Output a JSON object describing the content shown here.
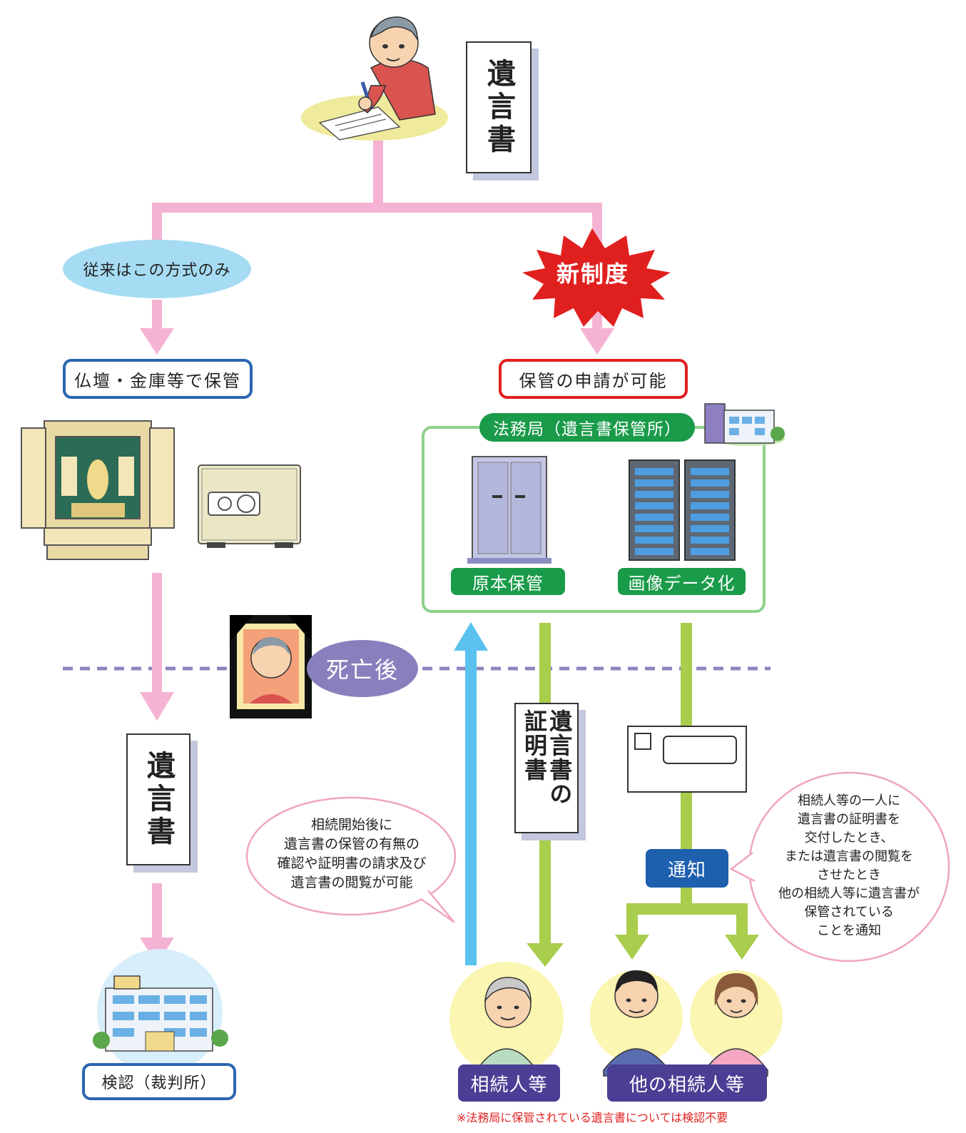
{
  "will_document": {
    "text": "遺言書"
  },
  "branches": {
    "traditional_badge": "従来はこの方式のみ",
    "new_system_badge": "新制度"
  },
  "traditional": {
    "storage_label": "仏壇・金庫等で保管",
    "will_text": "遺言書",
    "court_label": "検認（裁判所）"
  },
  "new_system": {
    "application_label": "保管の申請が可能",
    "bureau_label": "法務局（遺言書保管所）",
    "original_storage_label": "原本保管",
    "image_data_label": "画像データ化",
    "certificate_text": "遺言書の証明書",
    "notice_label": "通知"
  },
  "death": {
    "label": "死亡後"
  },
  "bubbles": {
    "left": "相続開始後に\n遺言書の保管の有無の\n確認や証明書の請求及び\n遺言書の閲覧が可能",
    "right": "相続人等の一人に\n遺言書の証明書を\n交付したとき、\nまたは遺言書の閲覧を\nさせたとき\n他の相続人等に遺言書が\n保管されている\nことを通知"
  },
  "heirs": {
    "heir_label": "相続人等",
    "other_heirs_label": "他の相続人等"
  },
  "footnote": "※法務局に保管されている遺言書については検認不要",
  "colors": {
    "pink_flow": "#f4b3d2",
    "green_flow": "#a9cd4c",
    "blue_flow": "#5bc2ef",
    "green_box": "#1a9b4a",
    "purple": "#8a7fbd",
    "navy_label": "#4a3f95",
    "red": "#e0201f",
    "blue_border": "#2a66b0",
    "notice_blue": "#1e5fae",
    "dotted_line": "#8d85bf"
  }
}
